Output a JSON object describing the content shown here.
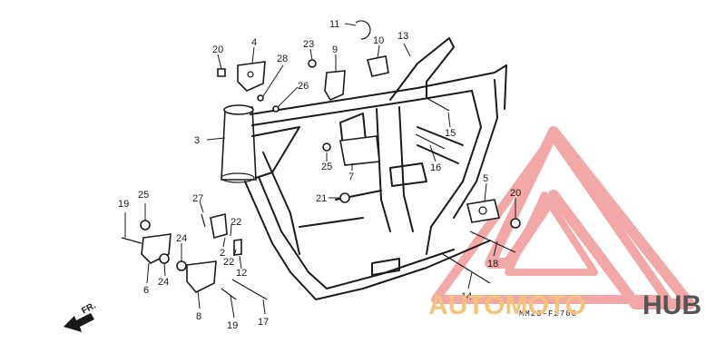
{
  "callouts": [
    {
      "id": "c1",
      "label": "20"
    },
    {
      "id": "c2",
      "label": "4"
    },
    {
      "id": "c3",
      "label": "23"
    },
    {
      "id": "c4",
      "label": "9"
    },
    {
      "id": "c5",
      "label": "11"
    },
    {
      "id": "c6",
      "label": "10"
    },
    {
      "id": "c7",
      "label": "13"
    },
    {
      "id": "c8",
      "label": "28"
    },
    {
      "id": "c9",
      "label": "26"
    },
    {
      "id": "c10",
      "label": "3"
    },
    {
      "id": "c11",
      "label": "25"
    },
    {
      "id": "c12",
      "label": "7"
    },
    {
      "id": "c13",
      "label": "16"
    },
    {
      "id": "c14",
      "label": "15"
    },
    {
      "id": "c15",
      "label": "5"
    },
    {
      "id": "c16",
      "label": "20"
    },
    {
      "id": "c17",
      "label": "21"
    },
    {
      "id": "c18",
      "label": "27"
    },
    {
      "id": "c19",
      "label": "22"
    },
    {
      "id": "c20",
      "label": "2"
    },
    {
      "id": "c21",
      "label": "22"
    },
    {
      "id": "c22",
      "label": "12"
    },
    {
      "id": "c23",
      "label": "19"
    },
    {
      "id": "c24",
      "label": "25"
    },
    {
      "id": "c25",
      "label": "24"
    },
    {
      "id": "c26",
      "label": "6"
    },
    {
      "id": "c27",
      "label": "24"
    },
    {
      "id": "c28",
      "label": "8"
    },
    {
      "id": "c29",
      "label": "19"
    },
    {
      "id": "c30",
      "label": "17"
    },
    {
      "id": "c31",
      "label": "18"
    },
    {
      "id": "c32",
      "label": "14"
    }
  ],
  "diagram_code": "MM23–F2700",
  "direction_label": "FR.",
  "watermark": {
    "part1": "AUTOMOTO",
    "part2": "HUB",
    "color_primary": "#f4c27a",
    "color_secondary": "#555555",
    "logo_color": "#f08c8c"
  }
}
